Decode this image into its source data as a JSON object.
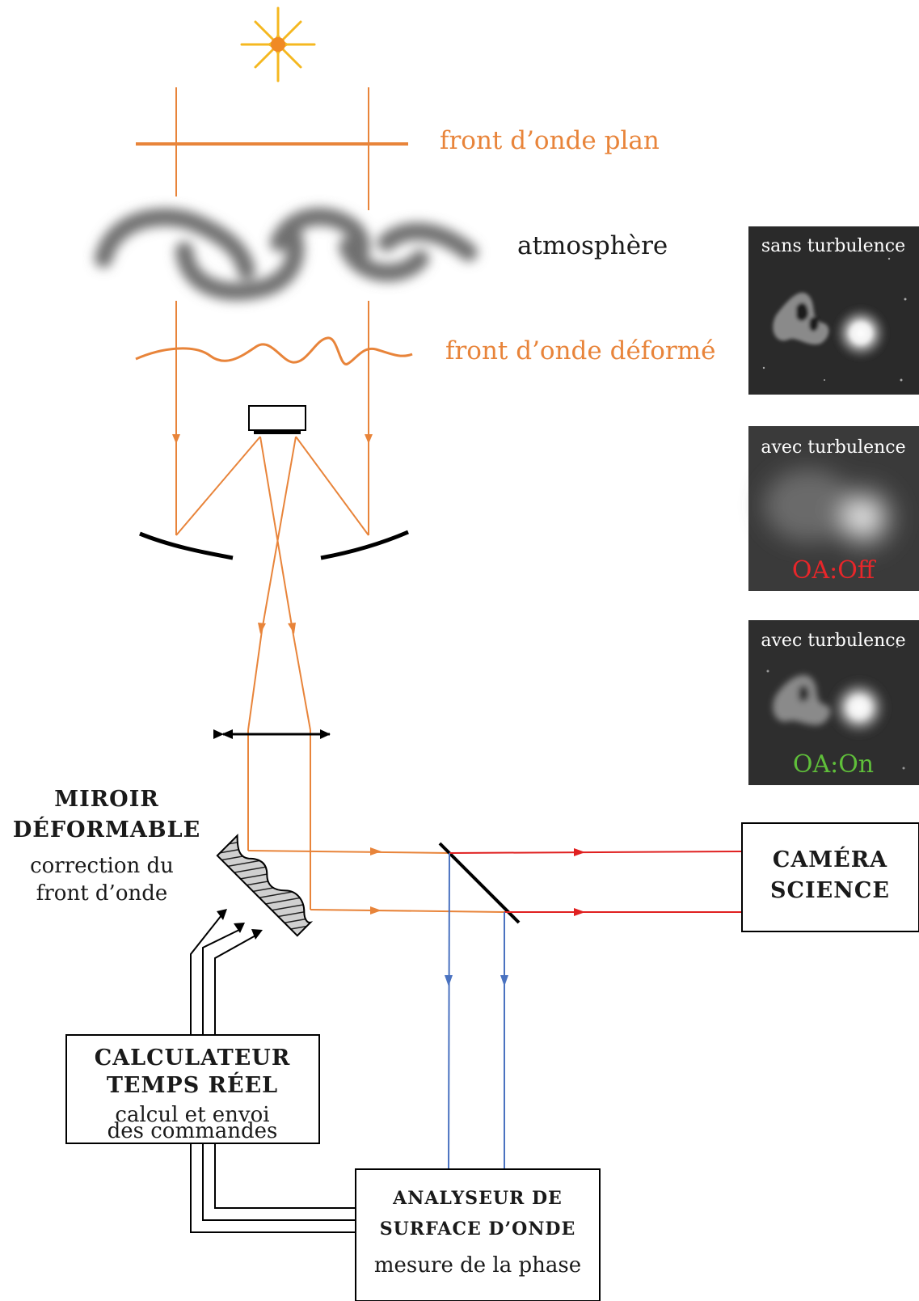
{
  "labels": {
    "plane_wavefront": "front d’onde plan",
    "atmosphere": "atmosphère",
    "distorted_wavefront": "front d’onde déformé"
  },
  "deformable_mirror": {
    "title_line1": "MIROIR",
    "title_line2": "DÉFORMABLE",
    "desc_line1": "correction du",
    "desc_line2": "front d’onde"
  },
  "science_camera": {
    "title_line1": "CAMÉRA",
    "title_line2": "SCIENCE"
  },
  "rtc": {
    "title_line1": "CALCULATEUR",
    "title_line2": "TEMPS RÉEL",
    "desc_line1": "calcul et envoi",
    "desc_line2": "des commandes"
  },
  "wfs": {
    "title_line1": "ANALYSEUR DE",
    "title_line2": "SURFACE D’ONDE",
    "desc_line1": "mesure de la phase"
  },
  "images": [
    {
      "caption": "sans turbulence",
      "status": ""
    },
    {
      "caption": "avec turbulence",
      "status": "OA:Off",
      "status_color": "#e8262a"
    },
    {
      "caption": "avec turbulence",
      "status": "OA:On",
      "status_color": "#5fbf3a"
    }
  ],
  "colors": {
    "beam": "#e8843a",
    "science_beam": "#e02020",
    "wfs_beam": "#4a72c0",
    "sun": "#f5b820",
    "sun_core": "#f08a24"
  },
  "icons": [
    "sun-icon",
    "atmosphere-turbulence-icon"
  ]
}
